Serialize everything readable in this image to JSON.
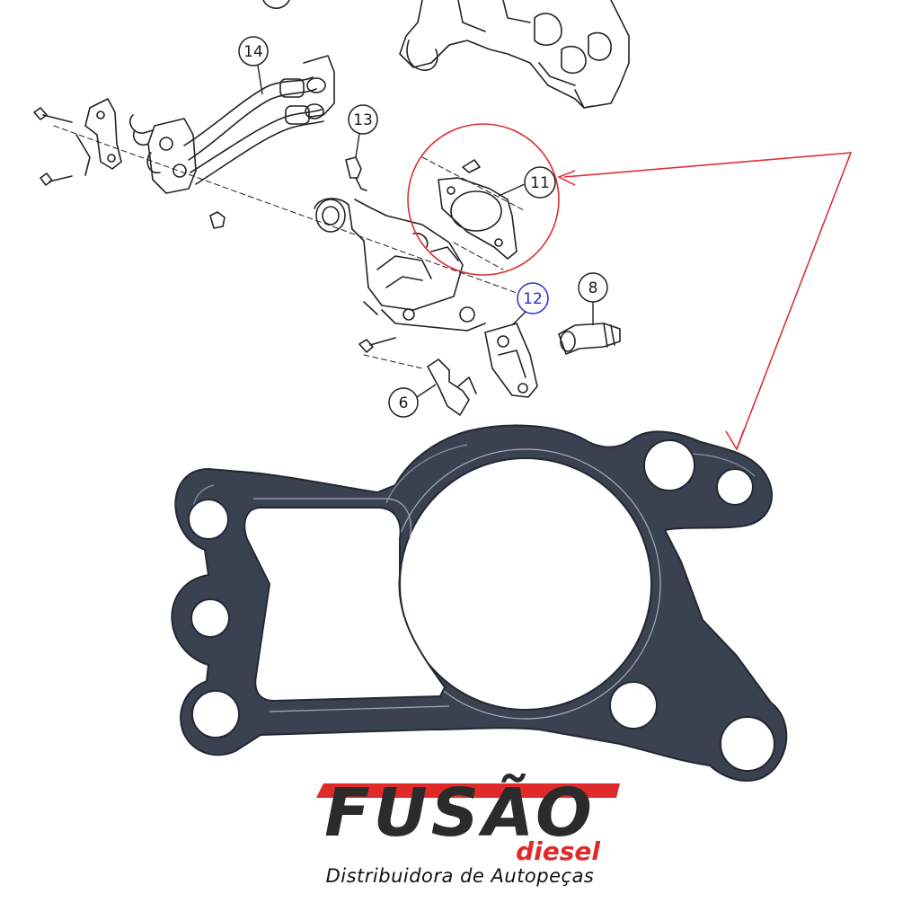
{
  "callouts": [
    {
      "id": "14",
      "label": "14",
      "highlight": false
    },
    {
      "id": "13",
      "label": "13",
      "highlight": false
    },
    {
      "id": "11",
      "label": "11",
      "highlight": false
    },
    {
      "id": "12",
      "label": "12",
      "highlight": true
    },
    {
      "id": "8",
      "label": "8",
      "highlight": false
    },
    {
      "id": "6",
      "label": "6",
      "highlight": false
    }
  ],
  "logo": {
    "brand": "FUSÃO",
    "sub": "diesel",
    "tagline": "Distribuidora de Autopeças"
  },
  "colors": {
    "brand_red": "#e02a2a",
    "brand_dark": "#2b2b2b",
    "gasket": "#3a4150",
    "highlight_circle": "#d9303a",
    "callout_highlight": "#2b2bd6"
  }
}
